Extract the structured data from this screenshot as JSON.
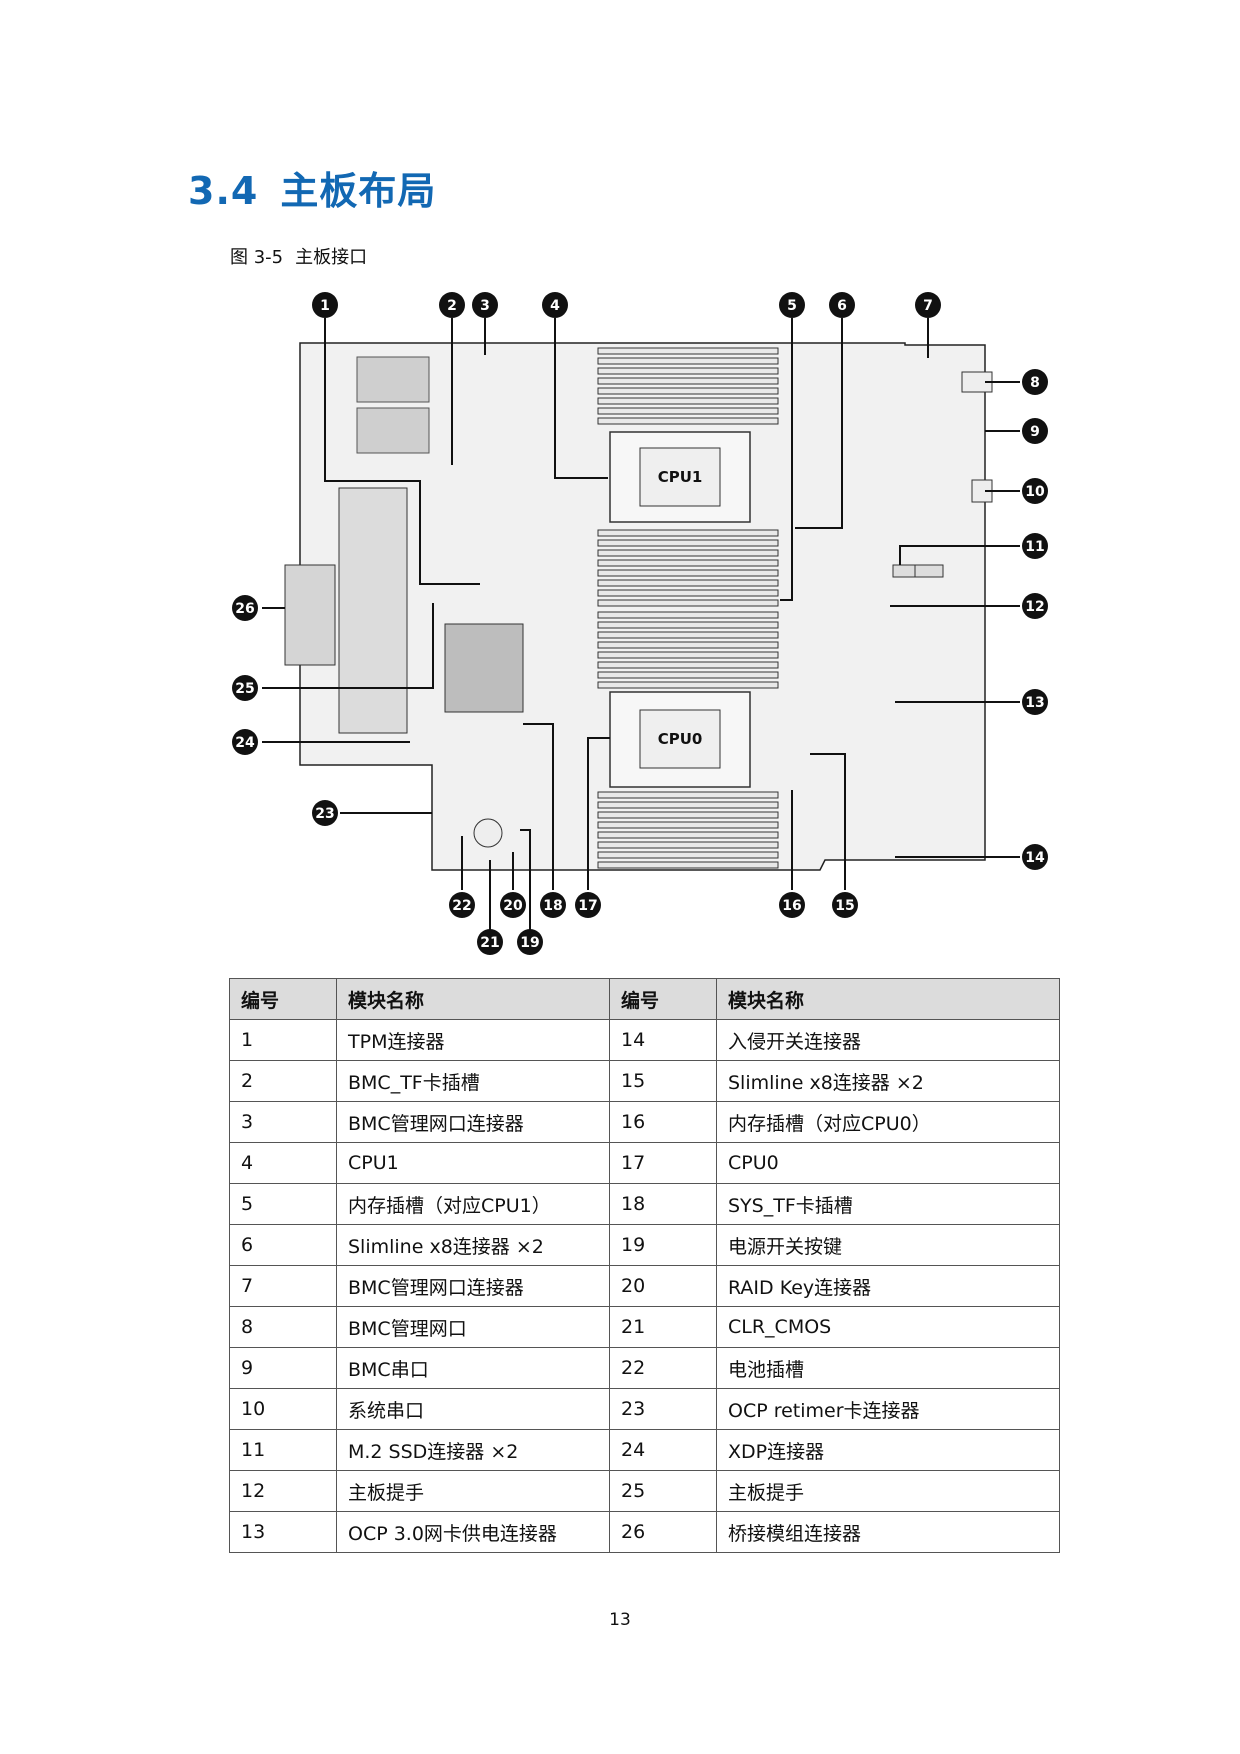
{
  "section": {
    "number": "3.4",
    "title": "主板布局"
  },
  "figure": {
    "label": "图 3-5",
    "title": "主板接口"
  },
  "diagram": {
    "cpu_labels": [
      "CPU1",
      "CPU0"
    ],
    "callouts": [
      "1",
      "2",
      "3",
      "4",
      "5",
      "6",
      "7",
      "8",
      "9",
      "10",
      "11",
      "12",
      "13",
      "14",
      "15",
      "16",
      "17",
      "18",
      "19",
      "20",
      "21",
      "22",
      "23",
      "24",
      "25",
      "26"
    ]
  },
  "table": {
    "headers": [
      "编号",
      "模块名称",
      "编号",
      "模块名称"
    ],
    "rows": [
      {
        "n1": "1",
        "m1": "TPM连接器",
        "n2": "14",
        "m2": "入侵开关连接器"
      },
      {
        "n1": "2",
        "m1": "BMC_TF卡插槽",
        "n2": "15",
        "m2": "Slimline x8连接器 ×2"
      },
      {
        "n1": "3",
        "m1": "BMC管理网口连接器",
        "n2": "16",
        "m2": "内存插槽（对应CPU0）"
      },
      {
        "n1": "4",
        "m1": "CPU1",
        "n2": "17",
        "m2": "CPU0"
      },
      {
        "n1": "5",
        "m1": "内存插槽（对应CPU1）",
        "n2": "18",
        "m2": "SYS_TF卡插槽"
      },
      {
        "n1": "6",
        "m1": "Slimline x8连接器 ×2",
        "n2": "19",
        "m2": "电源开关按键"
      },
      {
        "n1": "7",
        "m1": "BMC管理网口连接器",
        "n2": "20",
        "m2": "RAID Key连接器"
      },
      {
        "n1": "8",
        "m1": "BMC管理网口",
        "n2": "21",
        "m2": "CLR_CMOS"
      },
      {
        "n1": "9",
        "m1": "BMC串口",
        "n2": "22",
        "m2": "电池插槽"
      },
      {
        "n1": "10",
        "m1": "系统串口",
        "n2": "23",
        "m2": "OCP retimer卡连接器"
      },
      {
        "n1": "11",
        "m1": "M.2 SSD连接器 ×2",
        "n2": "24",
        "m2": "XDP连接器"
      },
      {
        "n1": "12",
        "m1": "主板提手",
        "n2": "25",
        "m2": "主板提手"
      },
      {
        "n1": "13",
        "m1": "OCP 3.0网卡供电连接器",
        "n2": "26",
        "m2": "桥接模组连接器"
      }
    ]
  },
  "page_number": "13",
  "colors": {
    "title": "#1268b3",
    "header_bg": "#dcdcdc"
  }
}
